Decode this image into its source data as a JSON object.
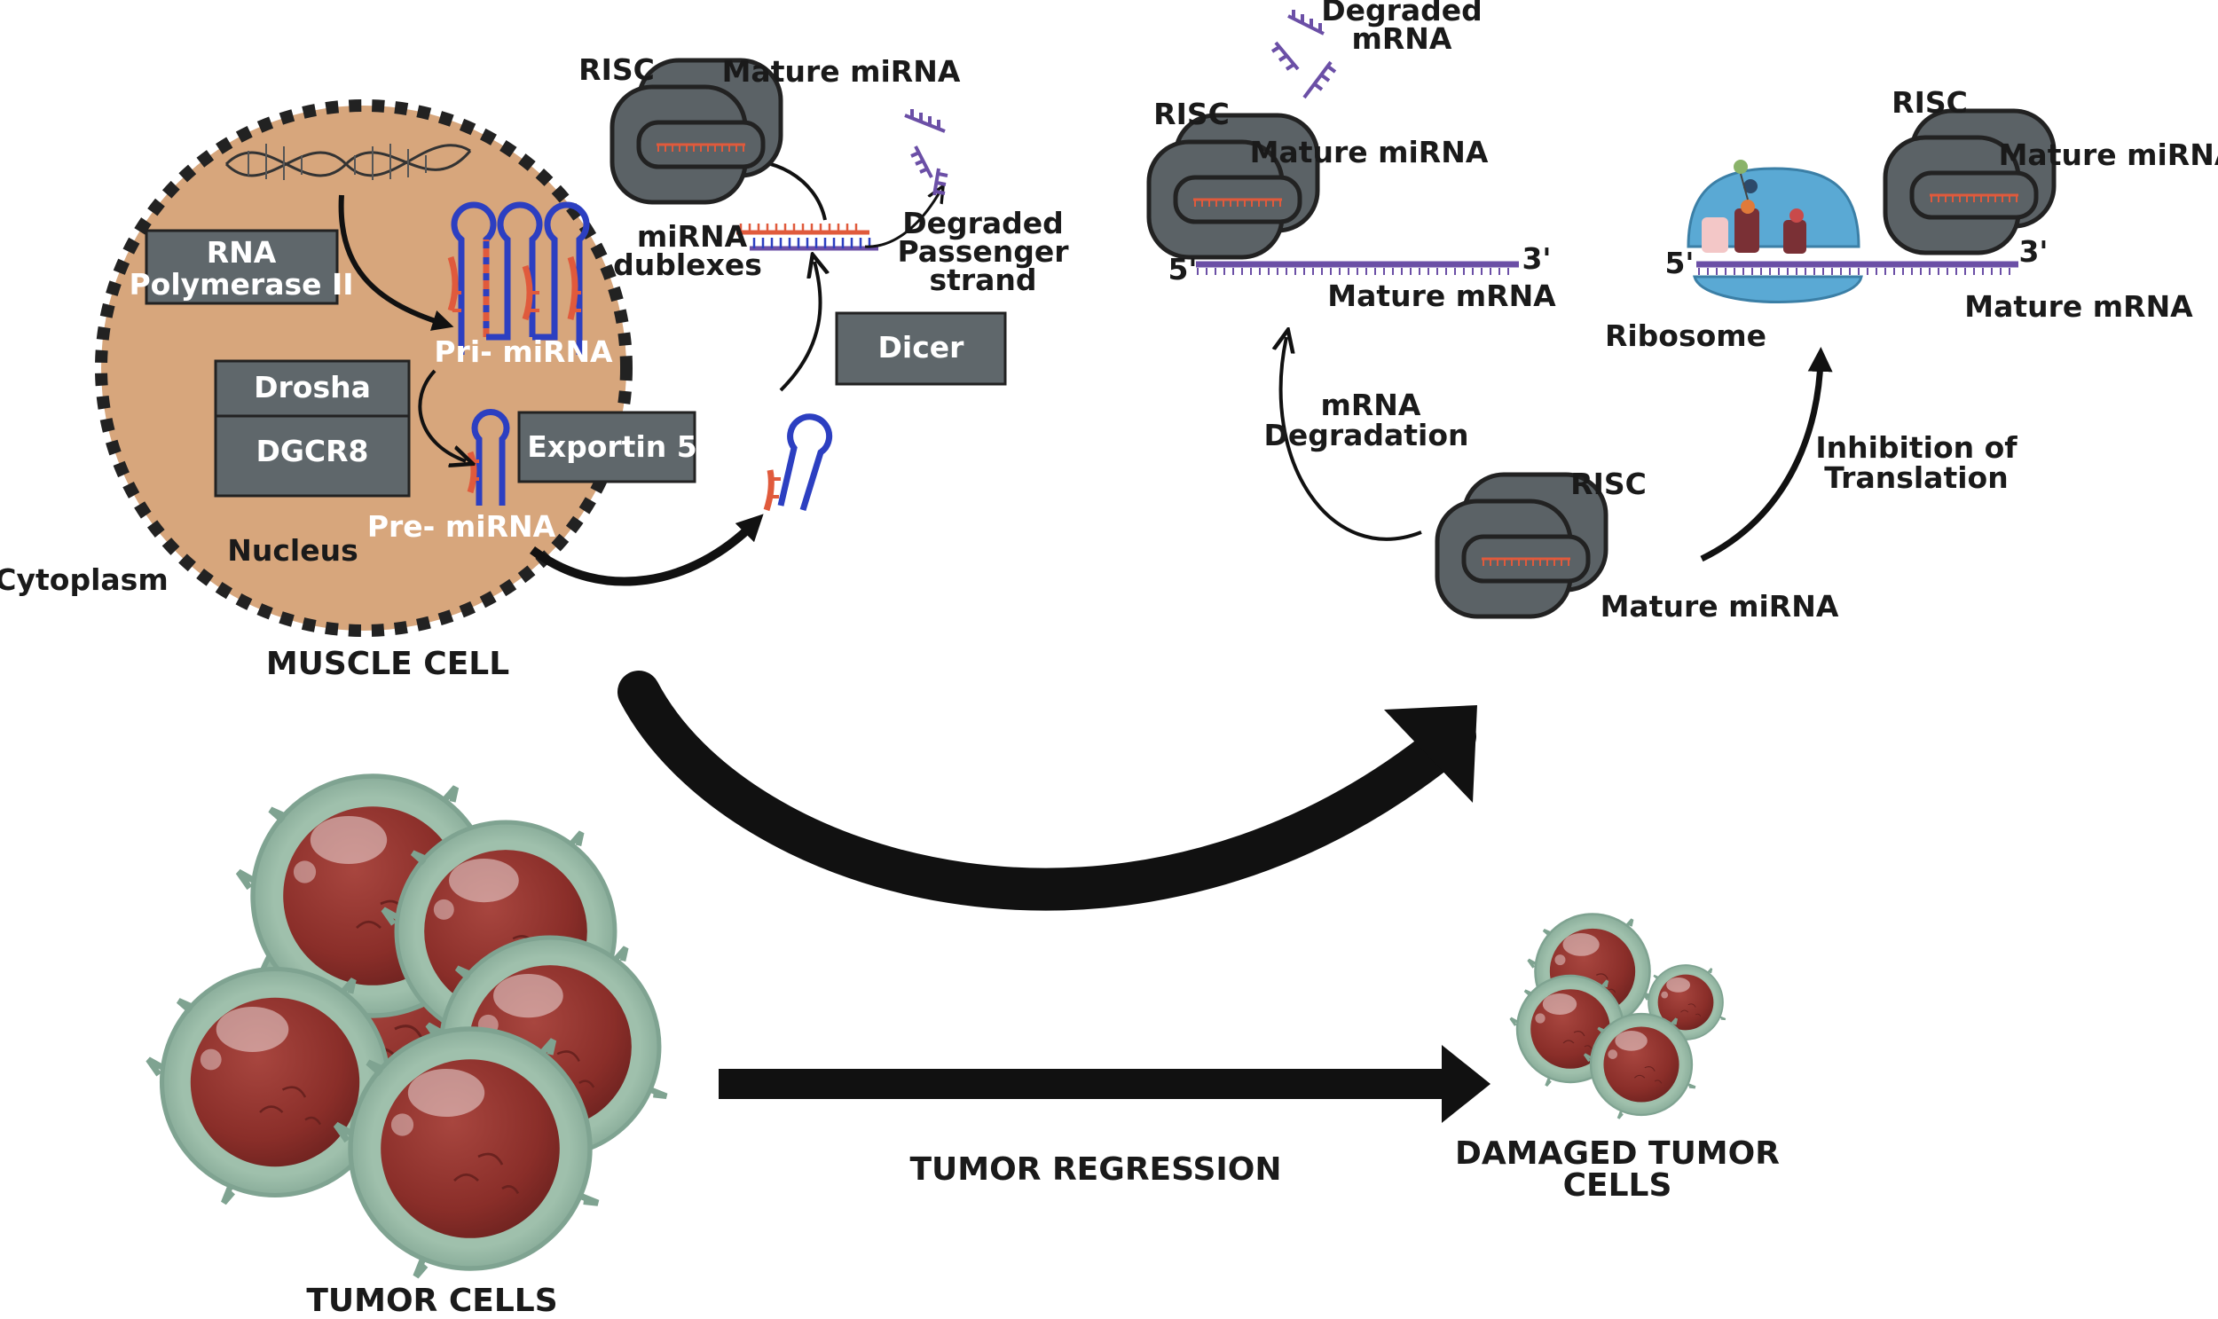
{
  "colors": {
    "nucleus_fill": "#d7a67c",
    "box_fill": "#5f676b",
    "risc_fill": "#5b6266",
    "pri_blue": "#2c3fc1",
    "pri_red": "#e05a3c",
    "mrna_purple": "#6b4fa6",
    "arrow": "#111111",
    "tumor_halo": "#8fb39f",
    "tumor_core": "#8c2f2a",
    "ribosome": "#5aa9d4"
  },
  "labels": {
    "risc": "RISC",
    "mature_mirna": "Mature miRNA",
    "degraded_mrna": "Degraded mRNA",
    "degraded_mrna_l1": "Degraded",
    "degraded_mrna_l2": "mRNA",
    "rna_pol_l1": "RNA",
    "rna_pol_l2": "Polymerase II",
    "drosha": "Drosha",
    "dgcr8": "DGCR8",
    "exportin": "Exportin 5",
    "pri_mirna": "Pri- miRNA",
    "pre_mirna": "Pre- miRNA",
    "nucleus": "Nucleus",
    "cytoplasm": "Cytoplasm",
    "muscle_cell": "MUSCLE CELL",
    "mirna_dublexes_l1": "miRNA",
    "mirna_dublexes_l2": "dublexes",
    "degraded_passenger_l1": "Degraded",
    "degraded_passenger_l2": "Passenger",
    "degraded_passenger_l3": "strand",
    "dicer": "Dicer",
    "five_prime": "5'",
    "three_prime": "3'",
    "mature_mrna": "Mature mRNA",
    "ribosome": "Ribosome",
    "mrna_degradation_l1": "mRNA",
    "mrna_degradation_l2": "Degradation",
    "inhibition_l1": "Inhibition of",
    "inhibition_l2": "Translation",
    "tumor_regression": "TUMOR REGRESSION",
    "tumor_cells": "TUMOR CELLS",
    "damaged_l1": "DAMAGED TUMOR",
    "damaged_l2": "CELLS"
  },
  "icons": {
    "risc": "risc-complex-icon",
    "ribosome": "ribosome-icon",
    "dna": "dna-helix-icon",
    "tumor": "tumor-cell-icon"
  }
}
